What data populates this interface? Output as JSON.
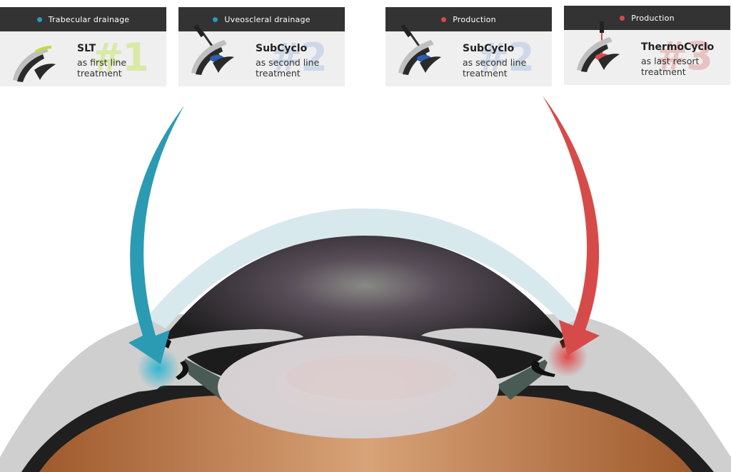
{
  "colors": {
    "drainage": "#2b9bb4",
    "production": "#d64b4a",
    "rank_green": "#d9e9a8",
    "rank_blue": "#cdd8e8",
    "rank_red": "#e8c2c2",
    "header_bg": "#333333",
    "card_bg": "#efefef"
  },
  "cards": [
    {
      "header": "Trabecular drainage",
      "dot": "drainage",
      "rank": "#1",
      "rank_color": "rank_green",
      "title": "SLT",
      "sub_line1": "as first line",
      "sub_line2": "treatment",
      "icon": "slt-eye-angle-icon"
    },
    {
      "header": "Uveoscleral drainage",
      "dot": "drainage",
      "rank": "#2",
      "rank_color": "rank_blue",
      "title": "SubCyclo",
      "sub_line1": "as second line",
      "sub_line2": "treatment",
      "icon": "probe-eye-angle-icon"
    },
    {
      "header": "Production",
      "dot": "production",
      "rank": "#2",
      "rank_color": "rank_blue",
      "title": "SubCyclo",
      "sub_line1": "as second line",
      "sub_line2": "treatment",
      "icon": "probe-eye-angle-icon"
    },
    {
      "header": "Production",
      "dot": "production",
      "rank": "#3",
      "rank_color": "rank_red",
      "title": "ThermoCyclo",
      "sub_line1": "as last resort",
      "sub_line2": "treatment",
      "icon": "laser-eye-angle-icon"
    }
  ]
}
